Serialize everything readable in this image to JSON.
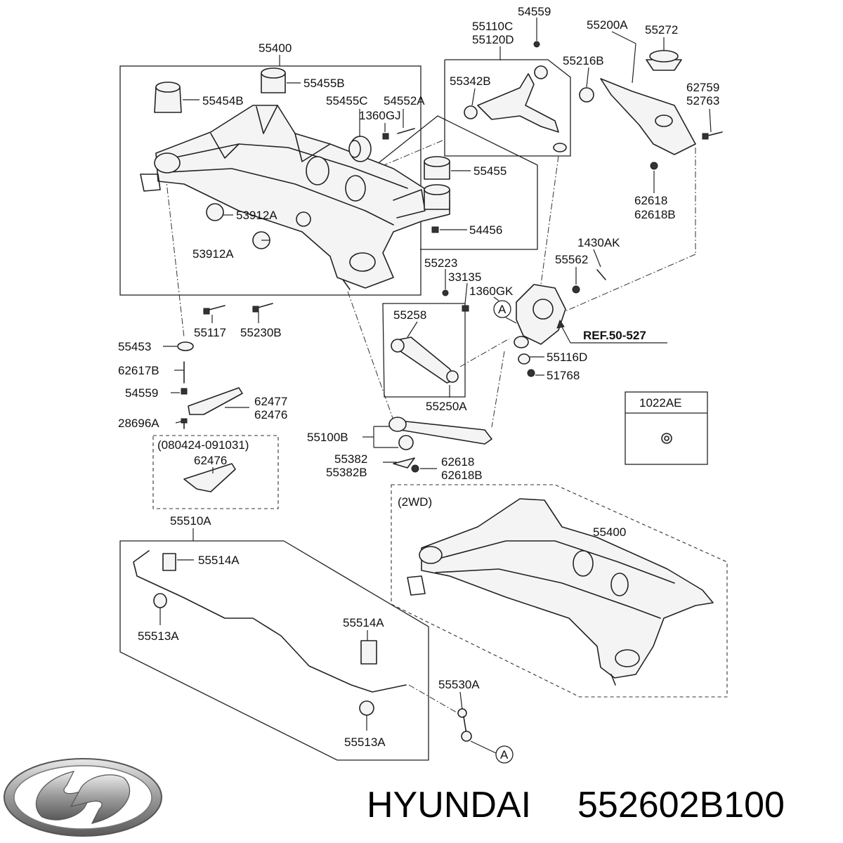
{
  "labels": {
    "l55400_top": "55400",
    "l55455B": "55455B",
    "l55454B": "55454B",
    "l55455C": "55455C",
    "l54552A": "54552A",
    "l1360GJ": "1360GJ",
    "l55455": "55455",
    "l53912A_1": "53912A",
    "l53912A_2": "53912A",
    "l54456": "54456",
    "l54559_top": "54559",
    "l55110C": "55110C",
    "l55120D": "55120D",
    "l55342B": "55342B",
    "l55200A": "55200A",
    "l55272": "55272",
    "l55216B": "55216B",
    "l62759": "62759",
    "l52763": "52763",
    "l62618_r": "62618",
    "l62618B_r": "62618B",
    "l1430AK": "1430AK",
    "l55562": "55562",
    "l55223": "55223",
    "l33135": "33135",
    "l1360GK": "1360GK",
    "l55258": "55258",
    "l55116D": "55116D",
    "l51768": "51768",
    "l55250A": "55250A",
    "l1022AE": "1022AE",
    "l55117": "55117",
    "l55230B": "55230B",
    "l55453": "55453",
    "l62617B": "62617B",
    "l54559_mid": "54559",
    "l62477": "62477",
    "l62476_a": "62476",
    "l28696A": "28696A",
    "l_range": "(080424-091031)",
    "l62476_b": "62476",
    "l55100B": "55100B",
    "l55382": "55382",
    "l55382B": "55382B",
    "l62618_c": "62618",
    "l62618B_c": "62618B",
    "l55510A": "55510A",
    "l55514A_1": "55514A",
    "l55513A_1": "55513A",
    "l55514A_2": "55514A",
    "l55513A_2": "55513A",
    "l55530A": "55530A",
    "l2WD": "(2WD)",
    "l55400_2wd": "55400",
    "circleA_1": "A",
    "circleA_2": "A"
  },
  "reference": "REF.50-527",
  "brand": {
    "name": "HYUNDAI",
    "part_number": "552602B100",
    "logo_icon": "hyundai-logo-icon"
  }
}
